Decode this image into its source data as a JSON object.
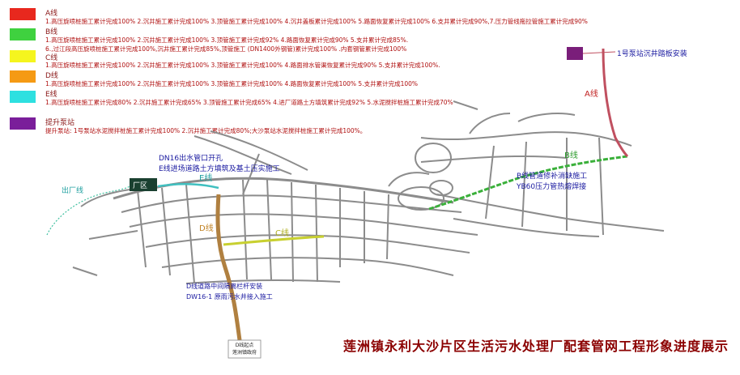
{
  "legend": [
    {
      "title": "A线",
      "color": "#e8281e",
      "details": [
        "1.高压旋喷桩施工累计完成100% 2.沉井施工累计完成100% 3.顶管施工累计完成100% 4.沉井盖板累计完成100% 5.路面恢复累计完成100% 6.支井累计完成90%,7.压力管线拖拉管施工累计完成90%"
      ]
    },
    {
      "title": "B线",
      "color": "#3fd13f",
      "details": [
        "1.高压旋喷桩施工累计完成100% 2.沉井施工累计完成100% 3.顶管施工累计完成92%  4.路面恢复累计完成90%  5.支井累计完成85%.",
        "6.,过江段高压旋喷桩施工累计完成100%,沉井施工累计完成85%,顶管施工 (DN1400外钢管)累计完成100%  .内套钢管累计完成100%"
      ]
    },
    {
      "title": "C线",
      "color": "#f5f51e",
      "details": [
        "1.高压旋喷桩施工累计完成100% 2.沉井施工累计完成100% 3.顶管施工累计完成100% 4.路面排水管渠恢复累计完成90% 5.支井累计完成100%."
      ]
    },
    {
      "title": "D线",
      "color": "#f59a14",
      "details": [
        "1.高压旋喷桩施工累计完成100%   2.沉井施工累计完成100%   3.顶管施工累计完成100%   4.路面恢复累计完成100%   5.支井累计完成100%"
      ]
    },
    {
      "title": "E线",
      "color": "#2ee0e0",
      "details": [
        "1.高压旋喷桩施工累计完成80%   2.沉井施工累计完成65%   3.顶管施工累计完成65%   4.进厂道路土方填筑累计完成92%   5.水泥搅拌桩施工累计完成70%"
      ]
    },
    {
      "title": "提升泵站",
      "color": "#7a1e9a",
      "details": [
        "提升泵站: 1号泵站水泥搅拌桩施工累计完成100%  2.沉井施工累计完成80%;大沙泵站水泥搅拌桩施工累计完成100%。"
      ]
    }
  ],
  "map_labels": {
    "pump1": "1号泵站沉井踏板安装",
    "a_line": "A线",
    "b_line": "B线",
    "c_line": "C线",
    "d_line": "D线",
    "e_line": "E线",
    "outflow": "出厂线",
    "plant": "厂区",
    "dn16_line1": "DN16出水管口开孔",
    "dn16_line2": "E线进场道路土方填筑及基土压实施工",
    "b_note1": "B线管道修补消缺施工",
    "b_note2": "YB60压力管热熔焊接",
    "d_note1": "D线道路中间隔离栏杆安装",
    "d_note2": "DW16-1 原雨污水井接入施工",
    "start_point_1": "D线起点",
    "start_point_2": "莲洲镇政府"
  },
  "footer_title": "莲洲镇永利大沙片区生活污水处理厂配套管网工程形象进度展示",
  "colors": {
    "road": "#8c8c8c",
    "road_fill": "#ffffff",
    "a_line": "#c05060",
    "b_line": "#3ab03a",
    "c_line": "#c8d030",
    "d_line": "#b08040",
    "e_line": "#40c0c0",
    "outflow": "#40c0a0",
    "plant": "#1a4030",
    "pump": "#7a1e7a"
  }
}
